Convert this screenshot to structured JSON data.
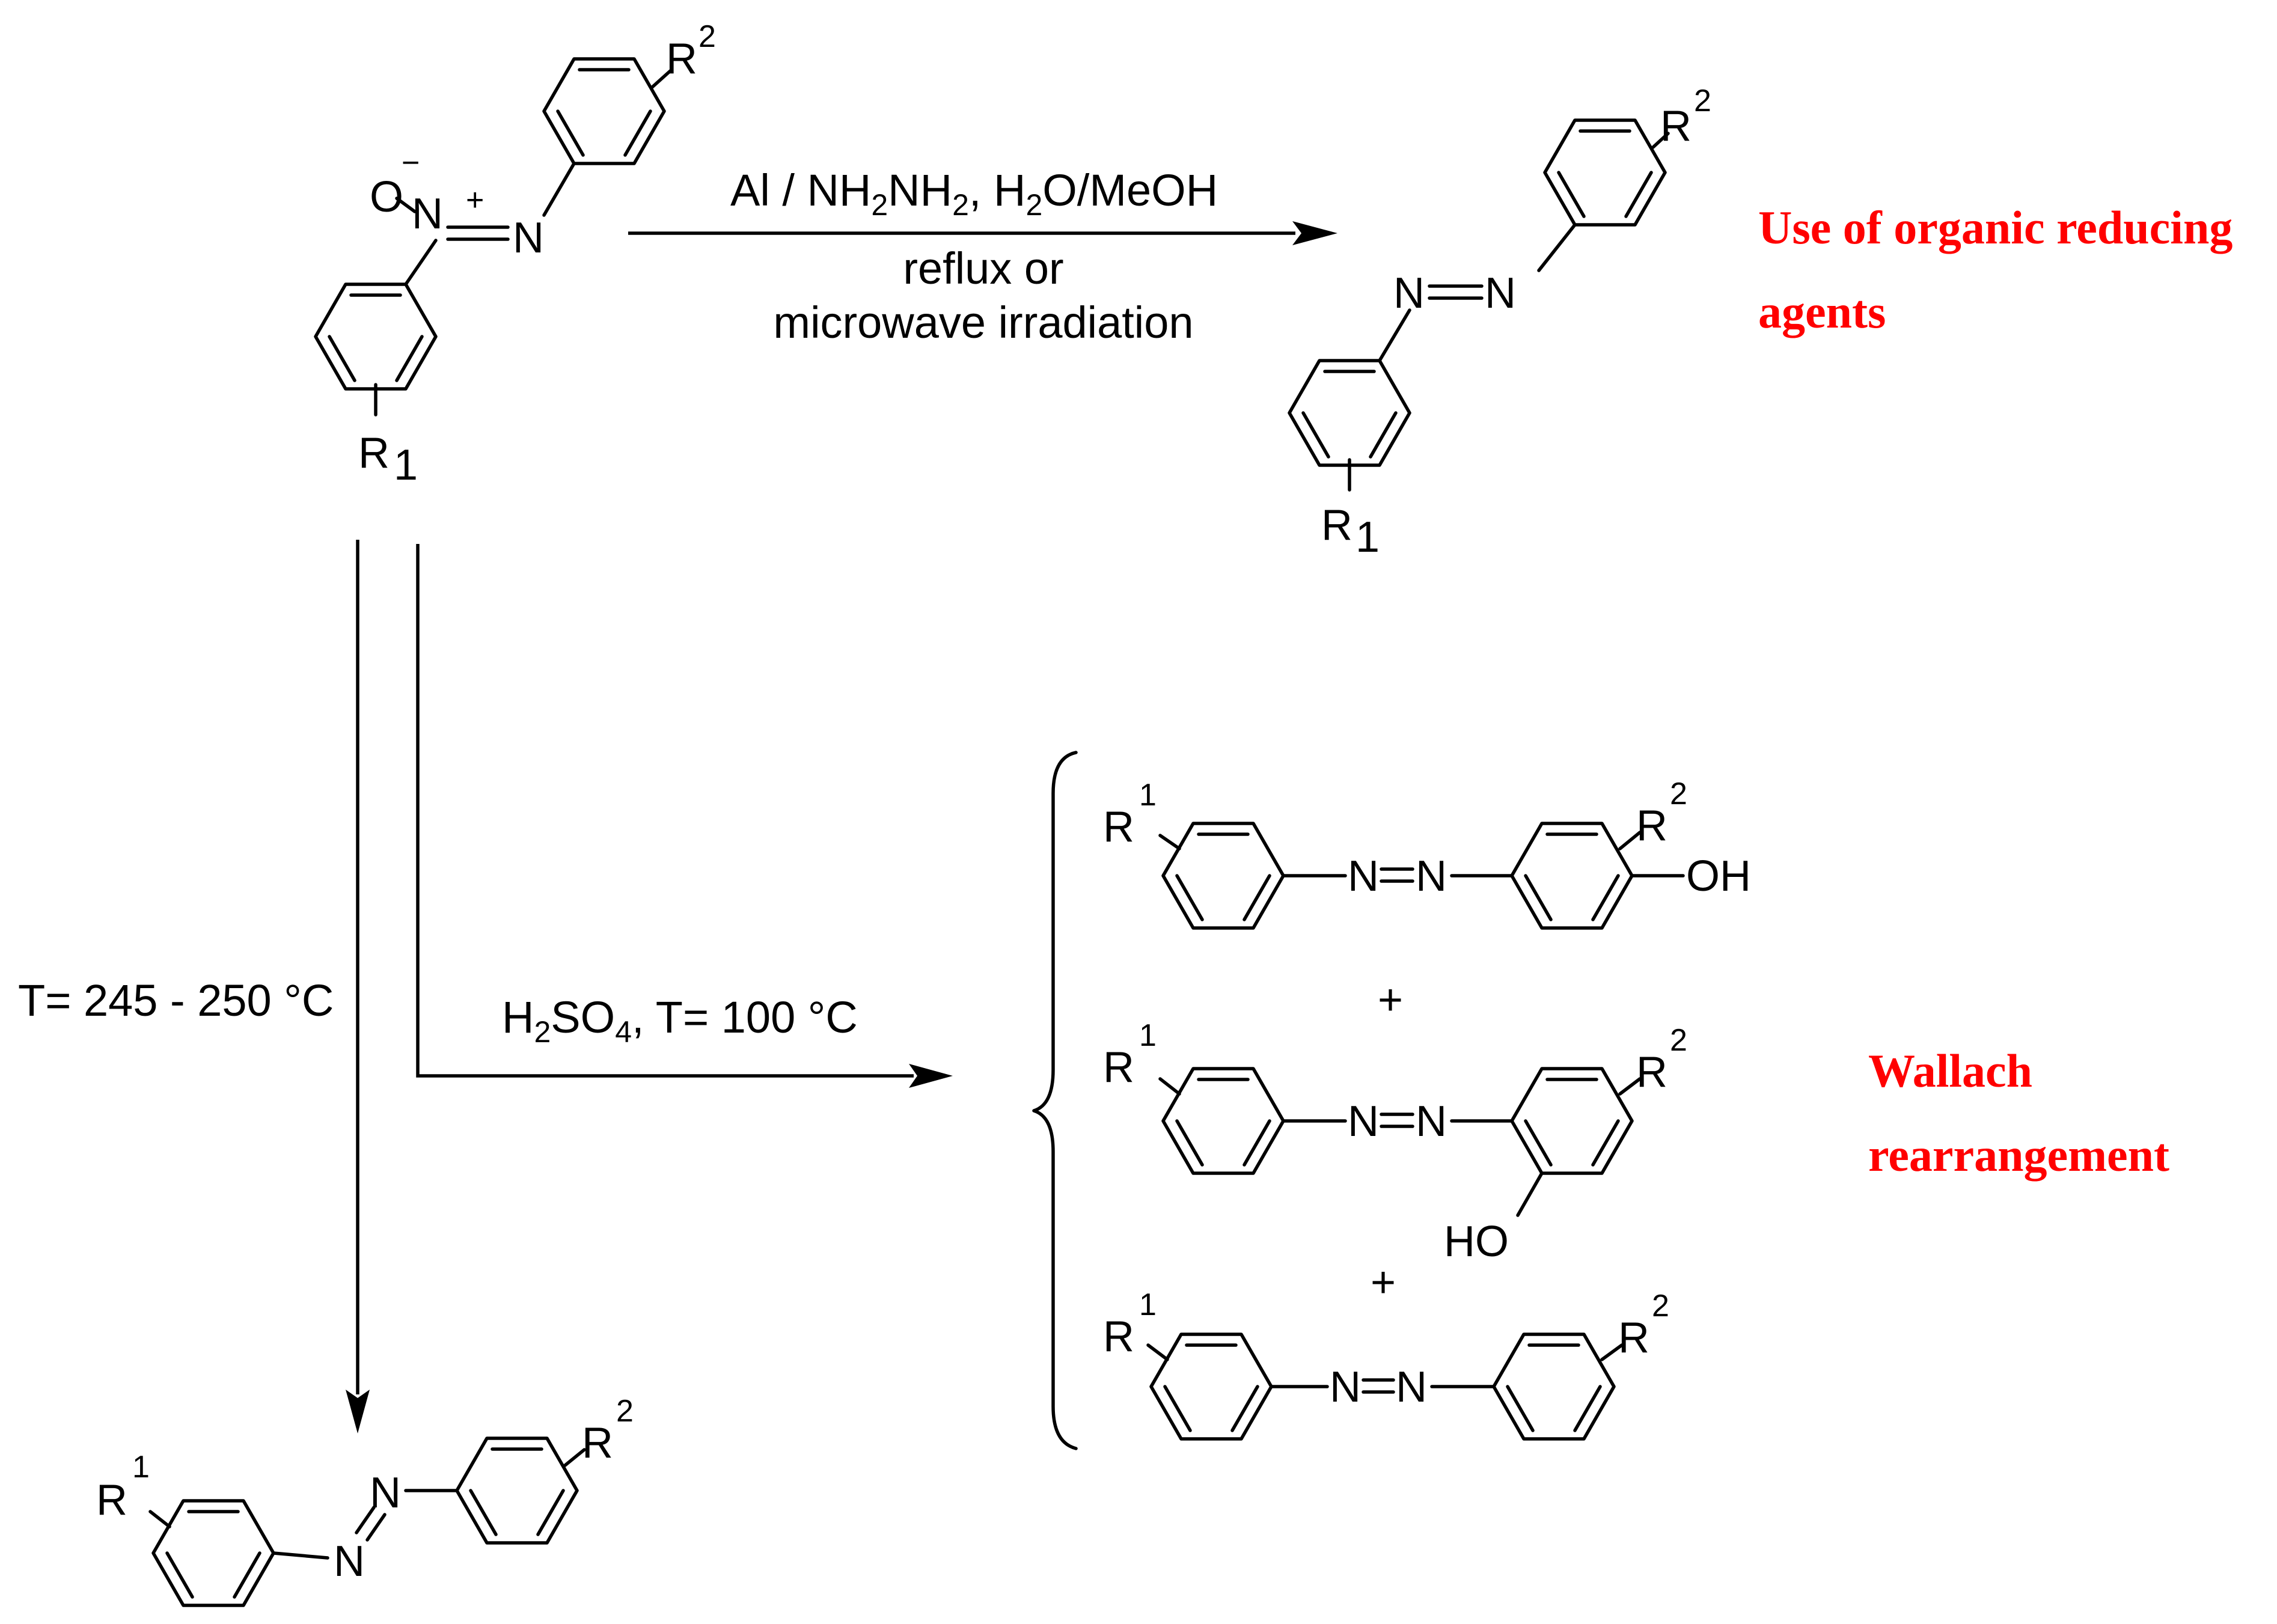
{
  "atoms": {
    "O": "O",
    "N": "N",
    "minus": "−",
    "plus": "+",
    "R": "R",
    "one": "1",
    "two": "2",
    "OH": "OH",
    "HO": "HO"
  },
  "conditions": {
    "top_reagent_pre": "Al / NH",
    "top_reagent_mid1": "NH",
    "top_reagent_mid2": ", H",
    "top_reagent_post": "O/MeOH",
    "sub2": "2",
    "top_line2": "reflux or",
    "top_line3": "microwave irradiation",
    "thermal": "T= 245 - 250 °C",
    "acid_pre": "H",
    "acid_mid": "SO",
    "acid_sub4": "4",
    "acid_post": ", T= 100 °C"
  },
  "notes": {
    "organic_line1": "Use of organic reducing",
    "organic_line2": "agents",
    "wallach_line1": "Wallach",
    "wallach_line2": "rearrangement"
  }
}
